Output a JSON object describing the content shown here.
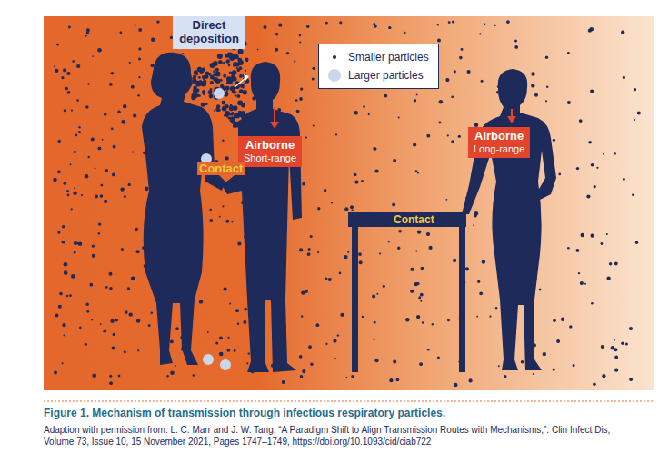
{
  "diagram": {
    "caption": "Figure 1. Mechanism of transmission through infectious respiratory particles.",
    "nodes": [
      {
        "text": [
          "Direct deposition"
        ]
      },
      {
        "text": [
          "Airborne",
          "Short-range"
        ]
      },
      {
        "text": [
          "Airborne",
          "Long-range"
        ]
      }
    ],
    "labels": [
      "Contact",
      "Contact",
      "Adaption with permission from: L. C. Marr and J. W. Tang, “A Paradigm Shift to Align Transmission Routes with Mechanisms,”. Clin Infect Dis, Volume 73, Issue 10, 15 November 2021, Pages 1747–1749, https://doi.org/10.1093/cid/ciab722"
    ],
    "legend": [
      {
        "text": "Smaller particles"
      },
      {
        "text": "Larger particles"
      }
    ]
  }
}
